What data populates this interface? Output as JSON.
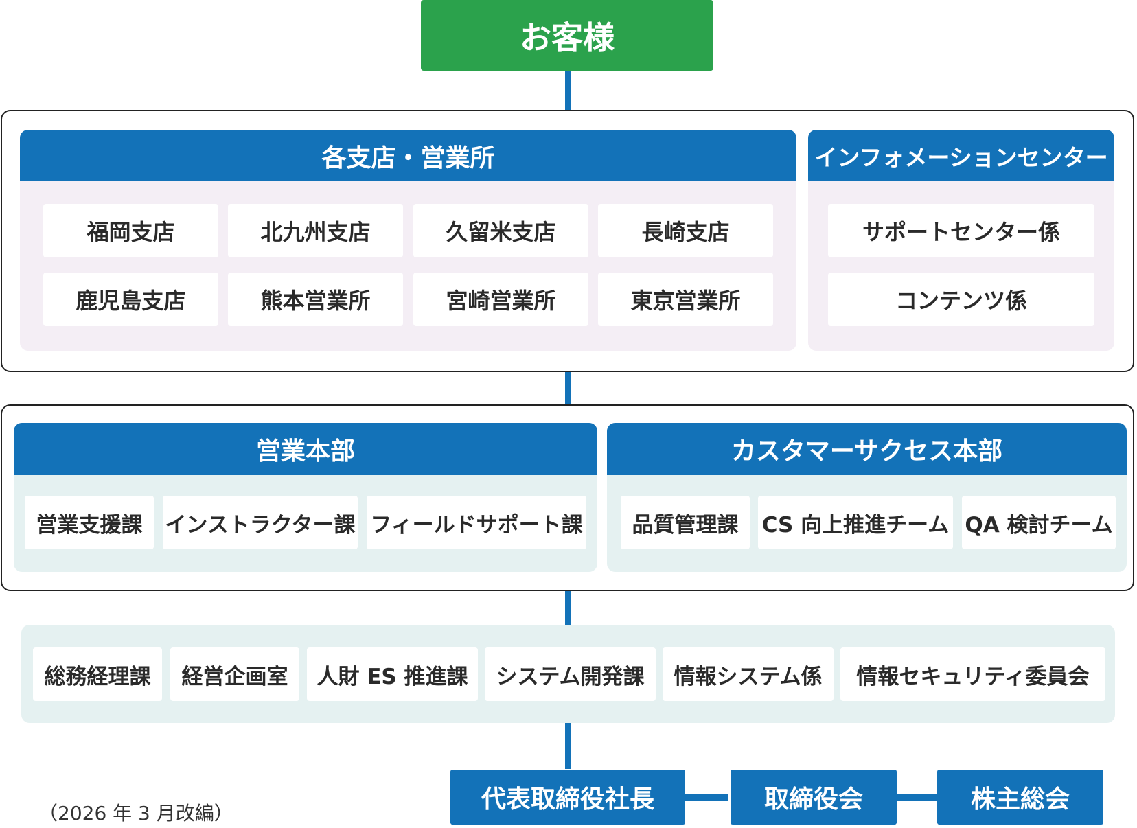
{
  "customer": "お客様",
  "branches": {
    "title": "各支店・営業所",
    "items": [
      "福岡支店",
      "北九州支店",
      "久留米支店",
      "長崎支店",
      "鹿児島支店",
      "熊本営業所",
      "宮崎営業所",
      "東京営業所"
    ]
  },
  "info_center": {
    "title": "インフォメーションセンター",
    "items": [
      "サポートセンター係",
      "コンテンツ係"
    ]
  },
  "sales_hq": {
    "title": "営業本部",
    "items": [
      "営業支援課",
      "インストラクター課",
      "フィールドサポート課"
    ]
  },
  "cs_hq": {
    "title": "カスタマーサクセス本部",
    "items": [
      "品質管理課",
      "CS 向上推進チーム",
      "QA 検討チーム"
    ]
  },
  "admin": {
    "items": [
      "総務経理課",
      "経営企画室",
      "人財 ES 推進課",
      "システム開発課",
      "情報システム係",
      "情報セキュリティ委員会"
    ]
  },
  "executive": {
    "president": "代表取締役社長",
    "board": "取締役会",
    "shareholders": "株主総会"
  },
  "note": "（2026 年 3 月改編）",
  "colors": {
    "customer_green": "#2ba24c",
    "header_blue": "#1372b8",
    "panel_pink": "#f4eef5",
    "panel_mint": "#e5f1f1"
  }
}
